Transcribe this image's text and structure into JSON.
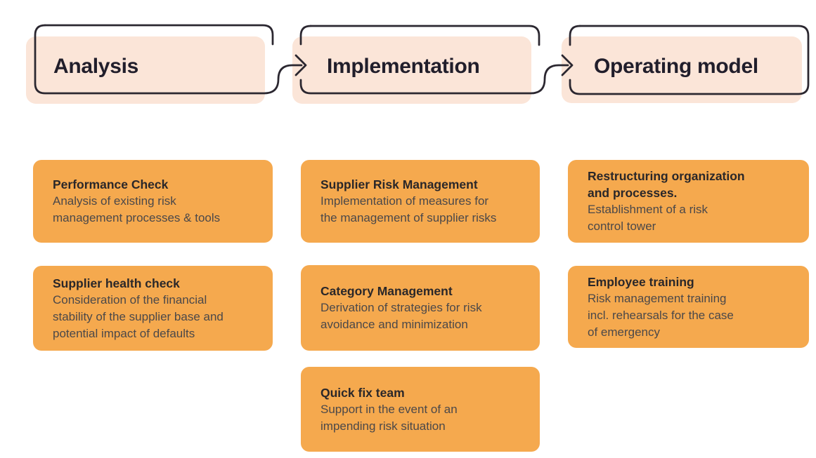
{
  "colors": {
    "card_orange": "#f5a94e",
    "header_peach": "#fbe5d8",
    "outline_ink": "#2b2730",
    "heading_text": "#211e2b",
    "body_text": "#4b4849"
  },
  "phases": [
    {
      "label": "Analysis",
      "cards": [
        {
          "title": "Performance Check",
          "body": "Analysis of existing risk\nmanagement processes & tools"
        },
        {
          "title": "Supplier health check",
          "body": "Consideration of the financial\nstability of the supplier base and\npotential impact of defaults"
        }
      ]
    },
    {
      "label": "Implementation",
      "cards": [
        {
          "title": "Supplier Risk Management",
          "body": "Implementation of measures for\nthe management of supplier risks"
        },
        {
          "title": "Category Management",
          "body": "Derivation of strategies for risk\navoidance and minimization"
        },
        {
          "title": "Quick fix team",
          "body": "Support in the event of an\nimpending risk situation"
        }
      ]
    },
    {
      "label": "Operating model",
      "cards": [
        {
          "title": "Restructuring organization\nand processes.",
          "body": "Establishment of a risk\ncontrol tower"
        },
        {
          "title": "Employee training",
          "body": "Risk management training\nincl. rehearsals for the case\nof emergency"
        }
      ]
    }
  ]
}
